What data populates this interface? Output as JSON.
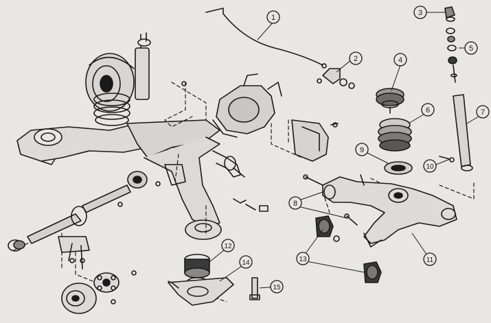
{
  "diagram": {
    "callouts": [
      {
        "id": "callout-1",
        "label": "1"
      },
      {
        "id": "callout-2",
        "label": "2"
      },
      {
        "id": "callout-3",
        "label": "3"
      },
      {
        "id": "callout-4",
        "label": "4"
      },
      {
        "id": "callout-5",
        "label": "5"
      },
      {
        "id": "callout-6",
        "label": "6"
      },
      {
        "id": "callout-7",
        "label": "7"
      },
      {
        "id": "callout-8",
        "label": "8"
      },
      {
        "id": "callout-9",
        "label": "9"
      },
      {
        "id": "callout-10",
        "label": "10"
      },
      {
        "id": "callout-11",
        "label": "11"
      },
      {
        "id": "callout-12",
        "label": "12"
      },
      {
        "id": "callout-13",
        "label": "13"
      },
      {
        "id": "callout-14",
        "label": "14"
      },
      {
        "id": "callout-15",
        "label": "15"
      }
    ],
    "colors": {
      "paper": "#e9e7e3",
      "ink": "#1a1a1a",
      "shade": "#8a8884"
    }
  }
}
